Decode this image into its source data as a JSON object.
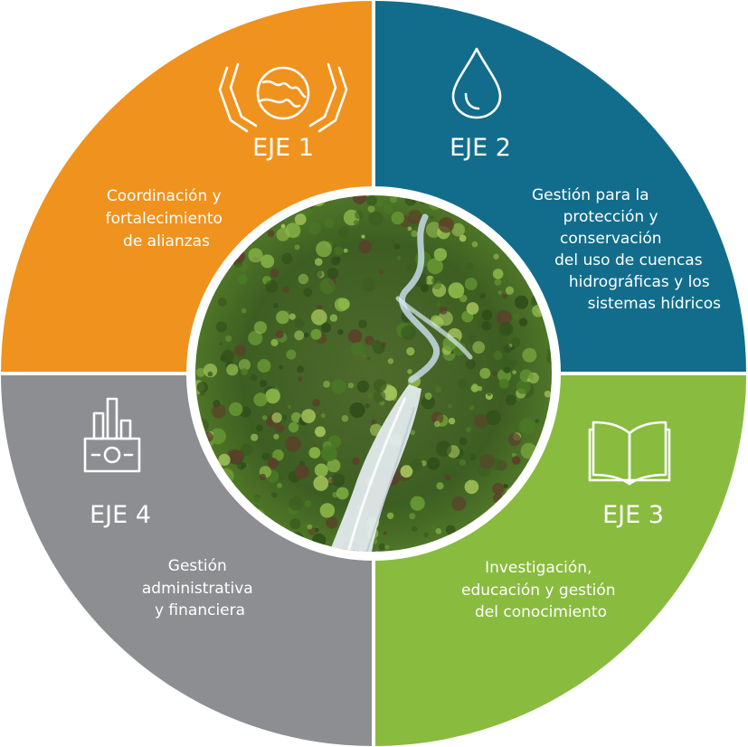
{
  "quadrants": [
    {
      "id": "eje1",
      "label": "EJE 1",
      "lines": [
        "Coordinación y",
        "fortalecimiento",
        "de alianzas"
      ],
      "color": "#f0921e",
      "icon": "hands-globe-icon"
    },
    {
      "id": "eje2",
      "label": "EJE 2",
      "lines": [
        "Gestión para la",
        "protección y",
        "conservación",
        "del uso de cuencas",
        "hidrográficas y los",
        "sistemas hídricos"
      ],
      "color": "#126d8c",
      "icon": "water-drop-icon"
    },
    {
      "id": "eje3",
      "label": "EJE 3",
      "lines": [
        "Investigación,",
        "educación y gestión",
        "del conocimiento"
      ],
      "color": "#89bb3f",
      "icon": "open-book-icon"
    },
    {
      "id": "eje4",
      "label": "EJE 4",
      "lines": [
        "Gestión",
        "administrativa",
        "y financiera"
      ],
      "color": "#8d8e91",
      "icon": "money-chart-icon"
    }
  ],
  "center_image": "waterfall-forest-photo"
}
